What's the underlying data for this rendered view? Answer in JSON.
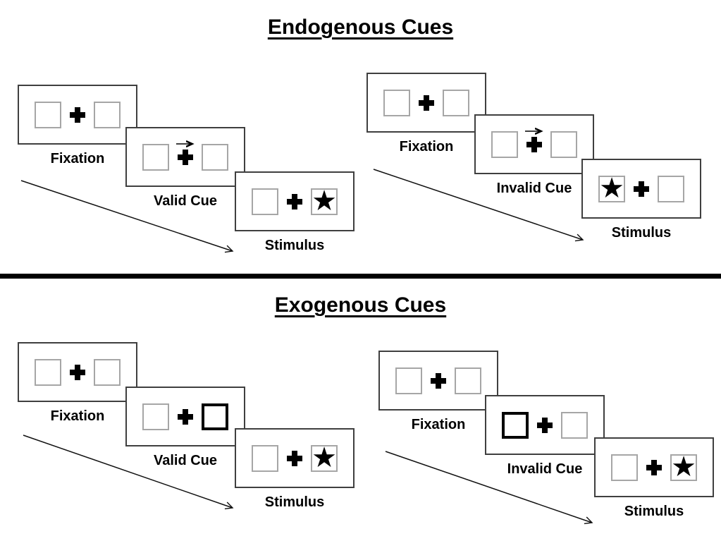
{
  "figure": {
    "sections": [
      {
        "title": "Endogenous Cues",
        "cue_kind": "central-arrow",
        "groups": [
          {
            "name": "valid-trial",
            "panels": [
              {
                "label": "Fixation",
                "type": "fixation"
              },
              {
                "label": "Valid Cue",
                "type": "cue",
                "cue": "arrow-right"
              },
              {
                "label": "Stimulus",
                "type": "stimulus",
                "star_side": "right"
              }
            ]
          },
          {
            "name": "invalid-trial",
            "panels": [
              {
                "label": "Fixation",
                "type": "fixation"
              },
              {
                "label": "Invalid Cue",
                "type": "cue",
                "cue": "arrow-right"
              },
              {
                "label": "Stimulus",
                "type": "stimulus",
                "star_side": "left"
              }
            ]
          }
        ]
      },
      {
        "title": "Exogenous Cues",
        "cue_kind": "peripheral-thick-box",
        "groups": [
          {
            "name": "valid-trial",
            "panels": [
              {
                "label": "Fixation",
                "type": "fixation"
              },
              {
                "label": "Valid Cue",
                "type": "cue",
                "cue": "thick-box-right"
              },
              {
                "label": "Stimulus",
                "type": "stimulus",
                "star_side": "right"
              }
            ]
          },
          {
            "name": "invalid-trial",
            "panels": [
              {
                "label": "Fixation",
                "type": "fixation"
              },
              {
                "label": "Invalid Cue",
                "type": "cue",
                "cue": "thick-box-left"
              },
              {
                "label": "Stimulus",
                "type": "stimulus",
                "star_side": "right"
              }
            ]
          }
        ]
      }
    ]
  },
  "icons": {
    "star": "★",
    "fixation_cross": "plus-cross",
    "cue_arrow": "right-arrow",
    "flow_arrow": "diagonal-down-right-arrow"
  },
  "colors": {
    "ink": "#000000",
    "panel_border": "#3f3f3f",
    "box_border": "#a6a6a6",
    "background": "#ffffff"
  }
}
